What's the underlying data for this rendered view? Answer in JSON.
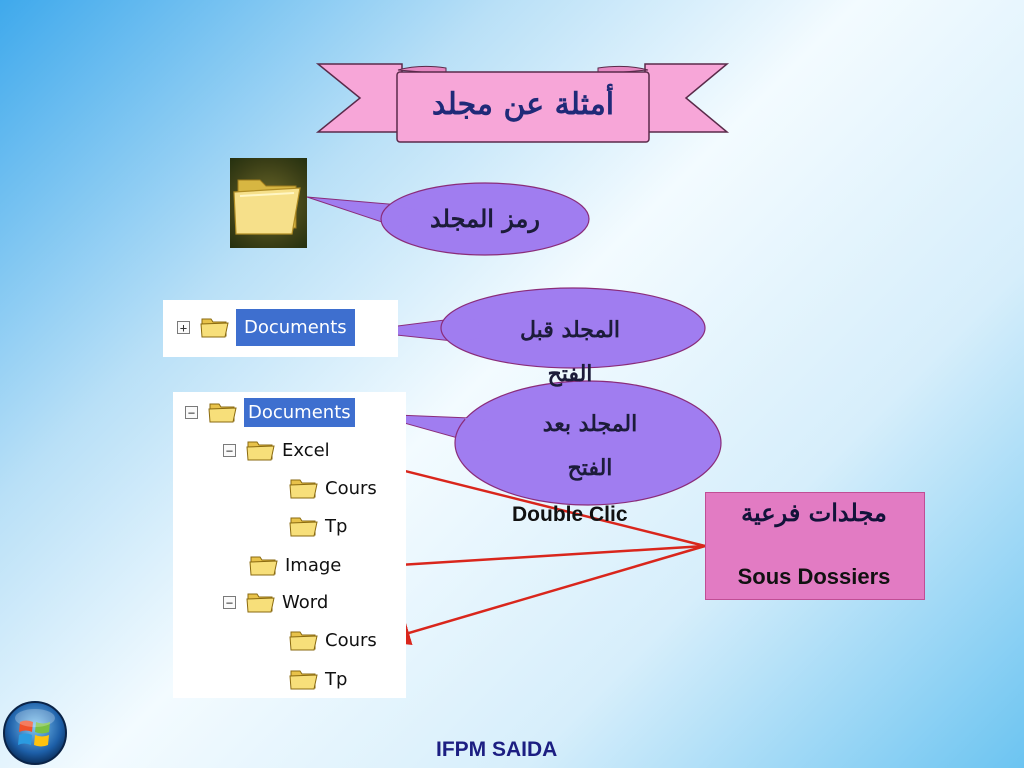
{
  "slide": {
    "title": "أمثلة عن مجلد",
    "footer": "IFPM SAIDA"
  },
  "callouts": {
    "folder_icon": "رمز المجلد",
    "before_open": "المجلد قبل الفتح",
    "after_open": "المجلد بعد الفتح",
    "double_clic": "Double Clic"
  },
  "subfolders_box": {
    "arabic": "مجلدات فرعية",
    "french": "Sous Dossiers"
  },
  "tree_closed": {
    "expander": "+",
    "label": "Documents"
  },
  "tree_open": {
    "root": {
      "expander": "−",
      "label": "Documents"
    },
    "items": [
      {
        "expander": "−",
        "label": "Excel"
      },
      {
        "expander": "",
        "label": "Cours"
      },
      {
        "expander": "",
        "label": "Tp"
      },
      {
        "expander": "",
        "label": "Image"
      },
      {
        "expander": "−",
        "label": "Word"
      },
      {
        "expander": "",
        "label": "Cours"
      },
      {
        "expander": "",
        "label": "Tp"
      }
    ]
  },
  "colors": {
    "ribbon_fill": "#f7a6d8",
    "callout_fill": "#a07df0",
    "box_fill": "#e27bc3",
    "arrow": "#d9261c",
    "selection": "#3e6fcf",
    "folder": "#f3d25a"
  },
  "icons": [
    "folder-icon",
    "windows-logo-icon"
  ]
}
